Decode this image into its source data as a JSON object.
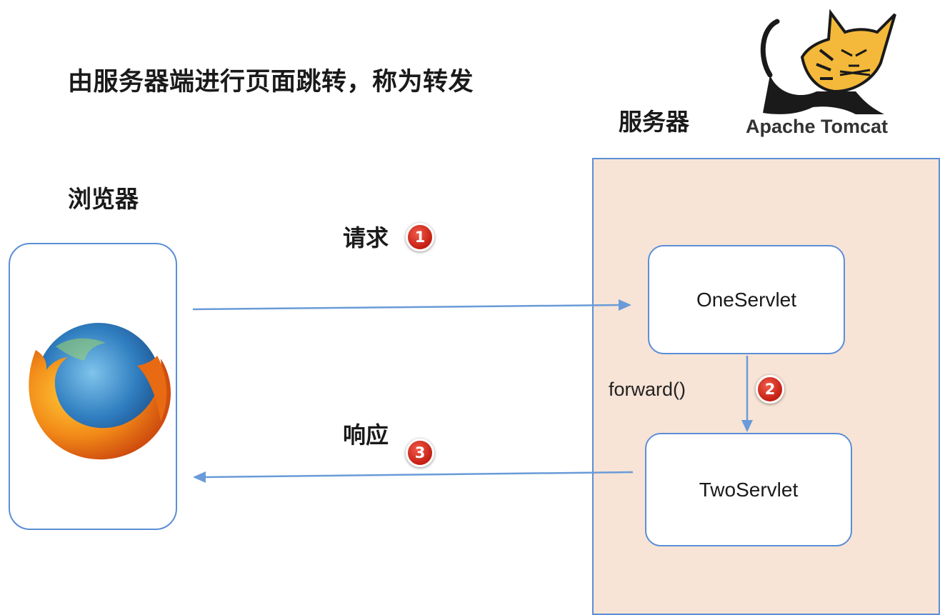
{
  "title": "由服务器端进行页面跳转，称为转发",
  "browser": {
    "label": "浏览器"
  },
  "server": {
    "label": "服务器",
    "logo_text": "Apache Tomcat",
    "servlets": [
      "OneServlet",
      "TwoServlet"
    ]
  },
  "steps": {
    "request": {
      "label": "请求",
      "badge": "1"
    },
    "forward": {
      "label": "forward()",
      "badge": "2"
    },
    "response": {
      "label": "响应",
      "badge": "3"
    }
  },
  "colors": {
    "box_border": "#5b8ed6",
    "server_fill": "#f7e4d6",
    "arrow": "#6a9bd8",
    "badge": "#d8261a"
  },
  "icons": [
    "firefox-logo-icon",
    "tomcat-logo-icon"
  ]
}
